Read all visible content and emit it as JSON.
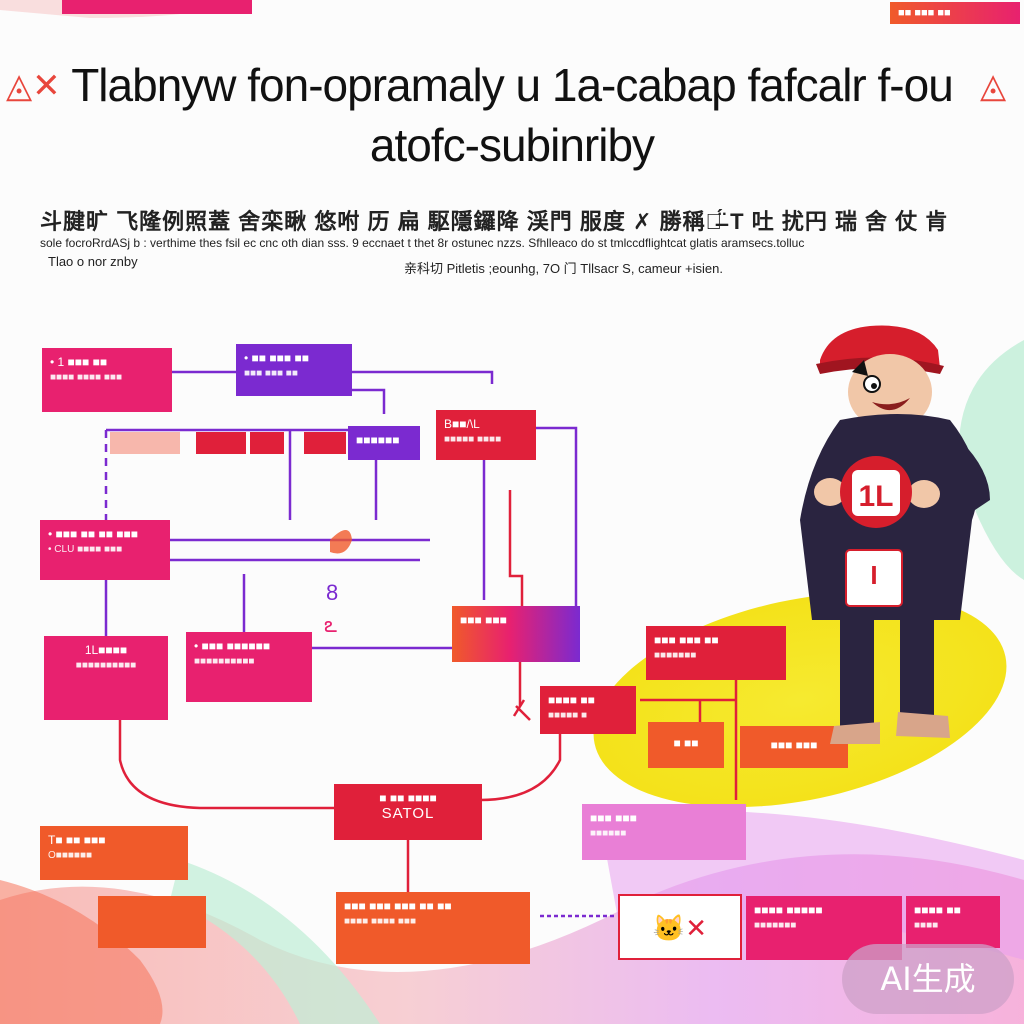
{
  "title": {
    "line1": "Tlabnyw fon-opramaly u 1a-cabap  fafcalr  f-ou",
    "line2": "atofc-subinriby"
  },
  "subtitle": {
    "line1": "斗腱旷 飞隆例照蓋 舍栾瞅 悠咐 历  扁 駆隱鑼降 渓門 服度 ✗ 勝稱孓̶̈́ T 吐 扰円 瑞 舍 仗 肯",
    "line2": "sole focroRrdASj b : verthime thes fsil ec cnc oth dian sss. 9 eccnaet t thet 8r ostunec nzzs. Sfhlleaco do st tmlccdflightcat glatis aramsecs.tolluc",
    "line3": "Tlao o nor znby",
    "line4": "亲科切 Pitletis ;eounhg,   7O 门 Tllsacr S,  cameur +isien."
  },
  "top_tag": "■■ ■■■ ■■",
  "nodes": {
    "n1": {
      "l1": "• 1 ■■■ ■■",
      "l2": "■■■■ ■■■■ ■■■"
    },
    "n2": {
      "l1": "• ■■ ■■■ ■■",
      "l2": "■■■ ■■■ ■■"
    },
    "n3": {
      "l1": "■■■■■■",
      "l2": ""
    },
    "n4": {
      "l1": "B■■/\\L",
      "l2": "■■■■■ ■■■■"
    },
    "n5": {
      "l1": "• ■■■ ■■ ■■ ■■■",
      "l2": "• CLU ■■■■ ■■■"
    },
    "n6": {
      "l1": "1L■■■■",
      "l2": "■■■■■■■■■■"
    },
    "n7": {
      "l1": "• ■■■ ■■■■■■",
      "l2": "■■■■■■■■■■"
    },
    "n8": {
      "l1": "■■■ ■■■",
      "l2": ""
    },
    "n9": {
      "l1": "■■■ ■■■ ■■",
      "l2": "■■■■■■■"
    },
    "n10": {
      "l1": "■■■■ ■■",
      "l2": "■■■■■ ■"
    },
    "n11": {
      "l1": "■ ■■",
      "l2": ""
    },
    "n12": {
      "l1": "■■■ ■■■",
      "l2": ""
    },
    "n13": {
      "l1": "■ ■■ ■■■■",
      "l2": "SATOL"
    },
    "n14": {
      "l1": "■■■ ■■■",
      "l2": "■■■■■■"
    },
    "n15": {
      "l1": "T■ ■■ ■■■",
      "l2": "O■■■■■■"
    },
    "n16": {
      "l1": "■■■ ■■■ ■■■ ■■ ■■",
      "l2": "■■■■ ■■■■ ■■■"
    },
    "n17": {
      "l1": "■■■■ ■■■■■",
      "l2": "■■■■■■■"
    },
    "n18": {
      "l1": "■■■■ ■■",
      "l2": "■■■■"
    }
  },
  "mascot_sign": "1L",
  "mascot_badge": "I",
  "badge": "AI生成",
  "colors": {
    "pink": "#e8216f",
    "purple": "#7b2ad0",
    "red": "#e0203a",
    "orange": "#f05a2a",
    "yellow": "#f4e21a"
  }
}
